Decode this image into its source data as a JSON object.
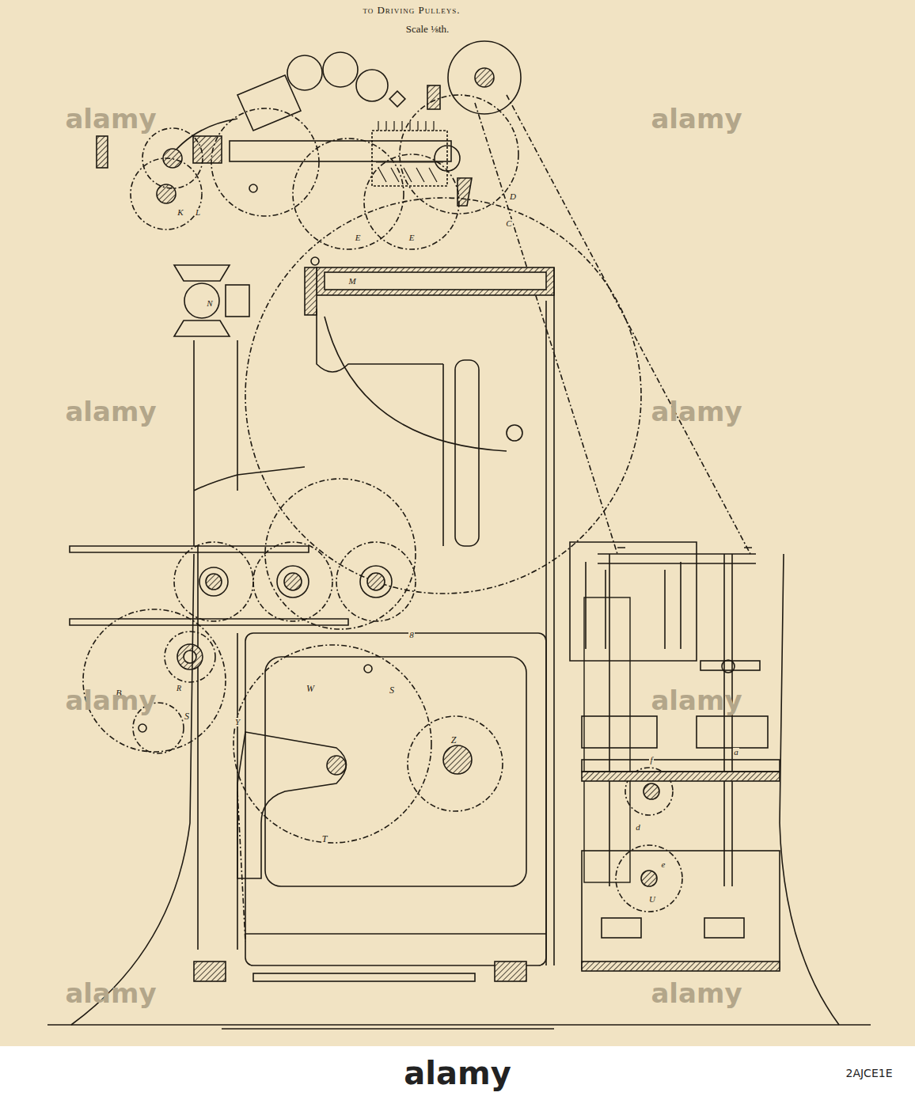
{
  "diagram": {
    "labels": [
      "to Driving Pulleys.",
      "Scale ⅛th.",
      "E",
      "E",
      "D",
      "C",
      "M",
      "K",
      "L",
      "N",
      "8",
      "W",
      "S",
      "S",
      "T",
      "R",
      "B",
      "Y",
      "Z",
      "f",
      "d",
      "e",
      "U",
      "a",
      "alamy",
      "alamy",
      "alamy",
      "alamy",
      "alamy",
      "alamy",
      "alamy",
      "alamy",
      "alamy",
      "2AJCE1E"
    ]
  }
}
